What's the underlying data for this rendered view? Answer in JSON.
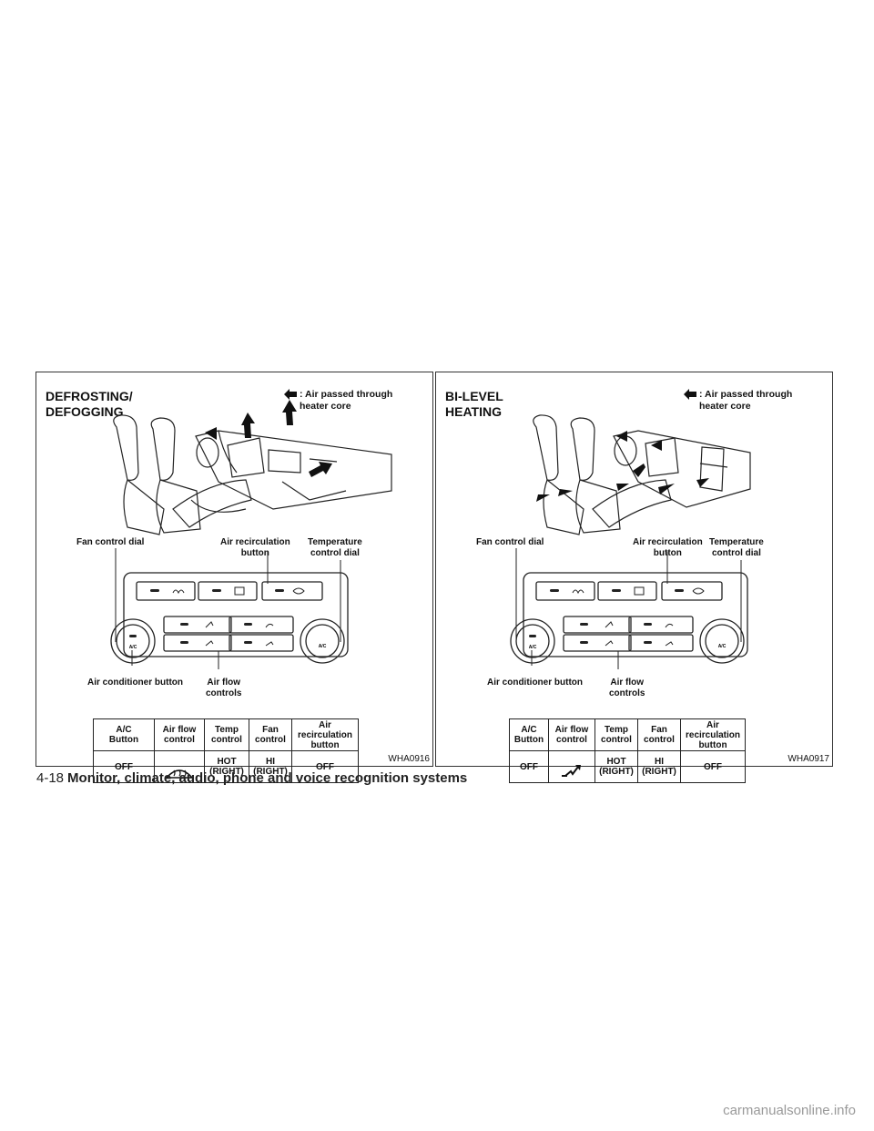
{
  "panels": [
    {
      "title": "DEFROSTING/\nDEFOGGING",
      "legend": ": Air passed through\n  heater core",
      "labels": {
        "fan_dial": "Fan control dial",
        "recirc": "Air recirculation\nbutton",
        "temp": "Temperature\ncontrol dial",
        "ac_button": "Air conditioner button",
        "air_flow": "Air flow\ncontrols"
      },
      "table": {
        "headers": [
          "A/C\nButton",
          "Air flow\ncontrol",
          "Temp\ncontrol",
          "Fan\ncontrol",
          "Air\nrecirculation\nbutton"
        ],
        "values": [
          "OFF",
          "",
          "HOT\n(RIGHT)",
          "HI\n(RIGHT)",
          "OFF"
        ],
        "airflow_icon": "defrost-icon"
      },
      "code": "WHA0916"
    },
    {
      "title": "BI-LEVEL\nHEATING",
      "legend": ": Air passed through\n  heater core",
      "labels": {
        "fan_dial": "Fan control dial",
        "recirc": "Air recirculation\nbutton",
        "temp": "Temperature\ncontrol dial",
        "ac_button": "Air conditioner button",
        "air_flow": "Air flow\ncontrols"
      },
      "table": {
        "headers": [
          "A/C\nButton",
          "Air flow\ncontrol",
          "Temp\ncontrol",
          "Fan\ncontrol",
          "Air\nrecirculation\nbutton"
        ],
        "values": [
          "OFF",
          "",
          "HOT\n(RIGHT)",
          "HI\n(RIGHT)",
          "OFF"
        ],
        "airflow_icon": "bi-level-icon"
      },
      "code": "WHA0917"
    }
  ],
  "panel_text": {
    "ac": "A/C"
  },
  "footer": {
    "page": "4-18",
    "section": "Monitor, climate, audio, phone and voice recognition systems"
  },
  "watermark": "carmanualsonline.info"
}
